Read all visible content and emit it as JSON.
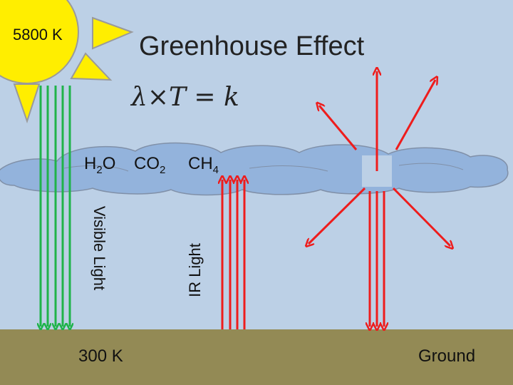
{
  "sun": {
    "temperature": "5800 K",
    "color": "#ffee00"
  },
  "title": "Greenhouse Effect",
  "formula": "λ×T = k",
  "gases": [
    {
      "base": "H",
      "sub": "2",
      "tail": "O"
    },
    {
      "base": "CO",
      "sub": "2",
      "tail": ""
    },
    {
      "base": "CH",
      "sub": "4",
      "tail": ""
    }
  ],
  "labels": {
    "visible_light": "Visible Light",
    "ir_light": "IR Light"
  },
  "ground": {
    "temperature": "300 K",
    "label": "Ground",
    "color": "#938a55"
  },
  "colors": {
    "sky": "#bcd0e6",
    "cloud": "#93b3dc",
    "visible": "#1fb34a",
    "ir": "#ee1c1c"
  }
}
